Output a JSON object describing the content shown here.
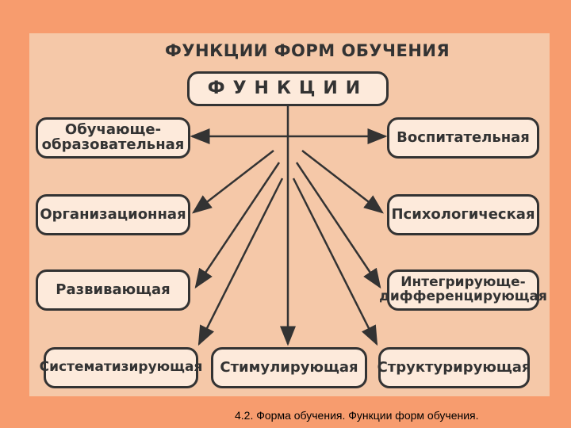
{
  "diagram": {
    "title": "ФУНКЦИИ ФОРМ ОБУЧЕНИЯ",
    "root": "ФУНКЦИИ",
    "nodes": [
      {
        "id": "obuchayushche",
        "label": "Обучающе-\nобразовательная"
      },
      {
        "id": "vospitatelnaya",
        "label": "Воспитательная"
      },
      {
        "id": "organizatsionnaya",
        "label": "Организационная"
      },
      {
        "id": "psikhologicheskaya",
        "label": "Психологическая"
      },
      {
        "id": "razvivayushchaya",
        "label": "Развивающая"
      },
      {
        "id": "integriruyushche",
        "label": "Интегрирующе-\nдифференцирующая"
      },
      {
        "id": "sistematiziruyushchaya",
        "label": "Систематизирующая"
      },
      {
        "id": "stimuliruyushchaya",
        "label": "Стимулирующая"
      },
      {
        "id": "strukturiruyushchaya",
        "label": "Структурирующая"
      }
    ]
  },
  "caption": "4.2. Форма обучения. Функции форм обучения.",
  "colors": {
    "page_background": "#f79c6e",
    "panel_background": "#f5c8a8",
    "box_fill": "#fdeadb",
    "stroke": "#333333"
  }
}
